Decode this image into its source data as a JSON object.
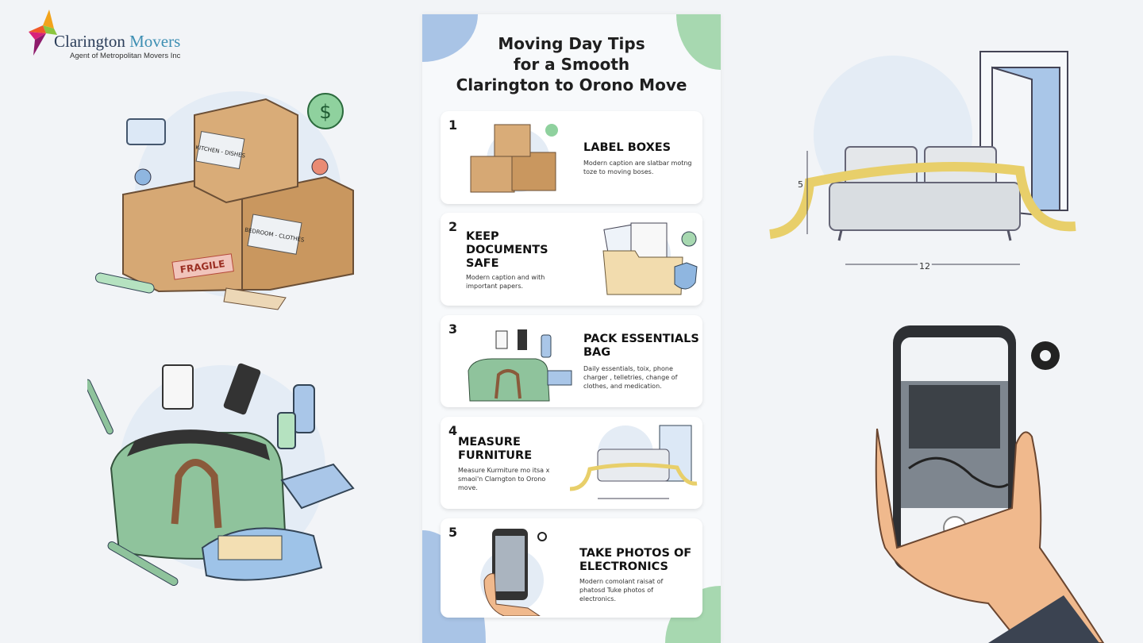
{
  "logo": {
    "brand_primary": "Clarington",
    "brand_secondary": "Movers",
    "tagline": "Agent of Metropolitan Movers Inc"
  },
  "infographic": {
    "title": [
      "Moving Day Tips",
      "for a Smooth",
      "Clarington to Orono Move"
    ],
    "tips": [
      {
        "number": "1",
        "heading": "LABEL BOXES",
        "caption": "Modern caption are slatbar motng toze to moving boses."
      },
      {
        "number": "2",
        "heading": "KEEP DOCUMENTS SAFE",
        "caption": "Modern caption and with important papers."
      },
      {
        "number": "3",
        "heading": "PACK ESSENTIALS BAG",
        "caption": "Daily essentials, toix, phone charger , telletries, change of clothes, and medication."
      },
      {
        "number": "4",
        "heading": "MEASURE FURNITURE",
        "caption": "Measure Kurmiture mo itsa x smaoi'n Clarngton to Orono move."
      },
      {
        "number": "5",
        "heading": "TAKE PHOTOS OF ELECTRONICS",
        "caption": "Modern comolant raisat of phatosd Tuke photos of electronics."
      }
    ]
  },
  "illustrations": {
    "box_labels": [
      "KITCHEN - DISHES",
      "BEDROOM - CLOTHES",
      "FRAGILE"
    ],
    "sofa_dimensions": {
      "height": "5",
      "width": "12"
    }
  },
  "colors": {
    "box": "#d6a874",
    "bag": "#8fc39c",
    "accent_blue": "#a9c6e8",
    "accent_green": "#a7d8b0",
    "tape": "#e8cf6a"
  }
}
